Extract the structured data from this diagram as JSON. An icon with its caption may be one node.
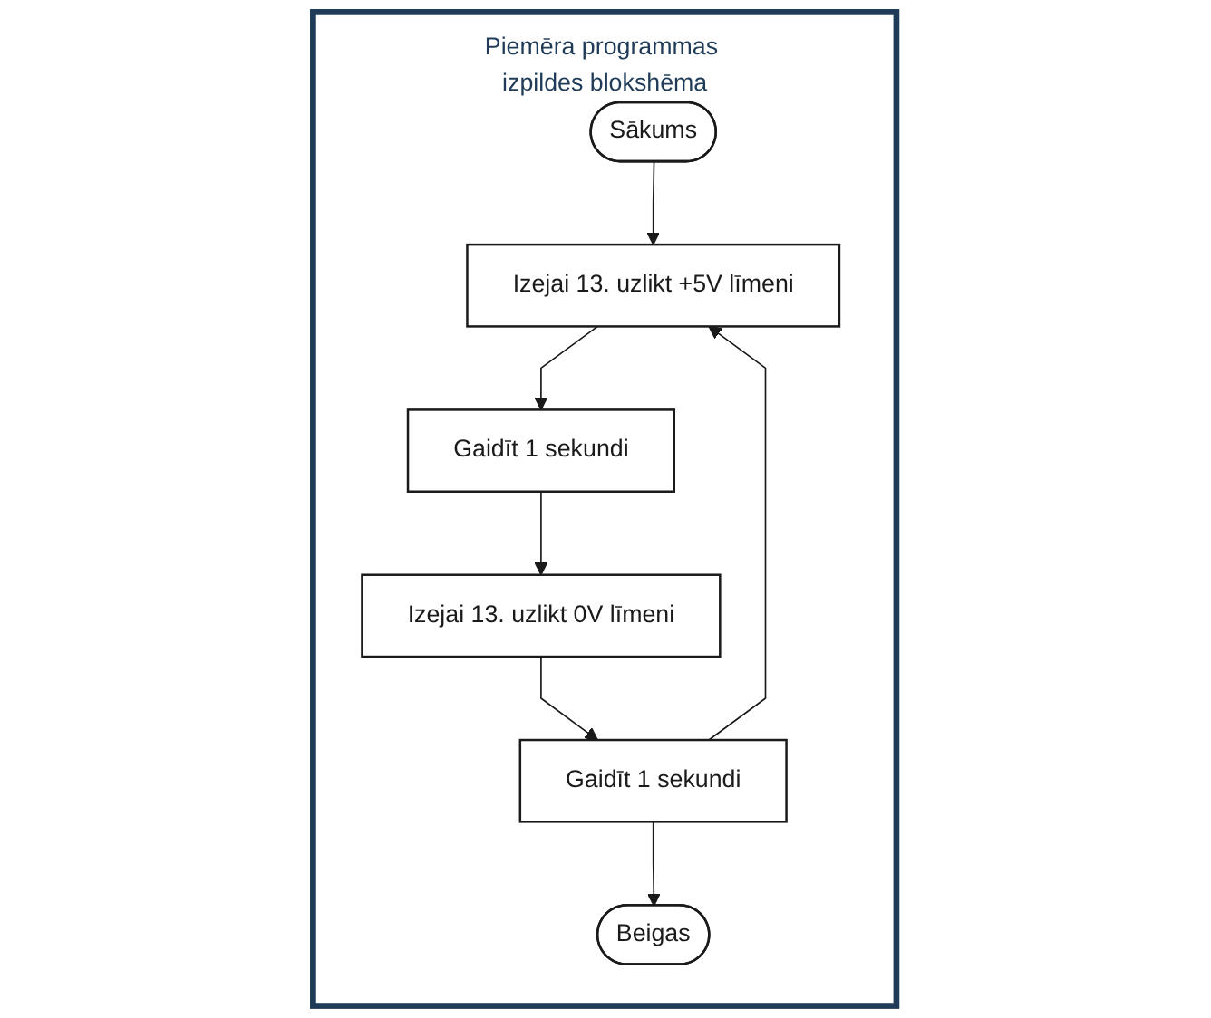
{
  "diagram": {
    "nodes": [
      {
        "text": [
          "Piemēra programmas izpildes blokshēma"
        ]
      },
      {
        "text": [
          "Sākums"
        ],
        "in": 0
      },
      {
        "text": [
          "Izejai 13. uzlikt +5V līmeni"
        ],
        "in": 0
      },
      {
        "text": [
          "Gaidīt 1 sekundi"
        ],
        "in": 0
      },
      {
        "text": [
          "Izejai 13. uzlikt 0V līmeni"
        ],
        "in": 0
      },
      {
        "text": [
          "Gaidīt 1 sekundi"
        ],
        "in": 0
      },
      {
        "text": [
          "Beigas"
        ],
        "in": 0
      }
    ],
    "edges": [
      {
        "from": 1,
        "to": 2,
        "arrow": "to"
      },
      {
        "from": 2,
        "to": 3,
        "arrow": "to"
      },
      {
        "from": 3,
        "to": 4,
        "arrow": "to"
      },
      {
        "from": 4,
        "to": 5,
        "arrow": "to"
      },
      {
        "from": 5,
        "to": 2,
        "arrow": "to"
      },
      {
        "from": 5,
        "to": 6,
        "arrow": "to"
      }
    ]
  }
}
